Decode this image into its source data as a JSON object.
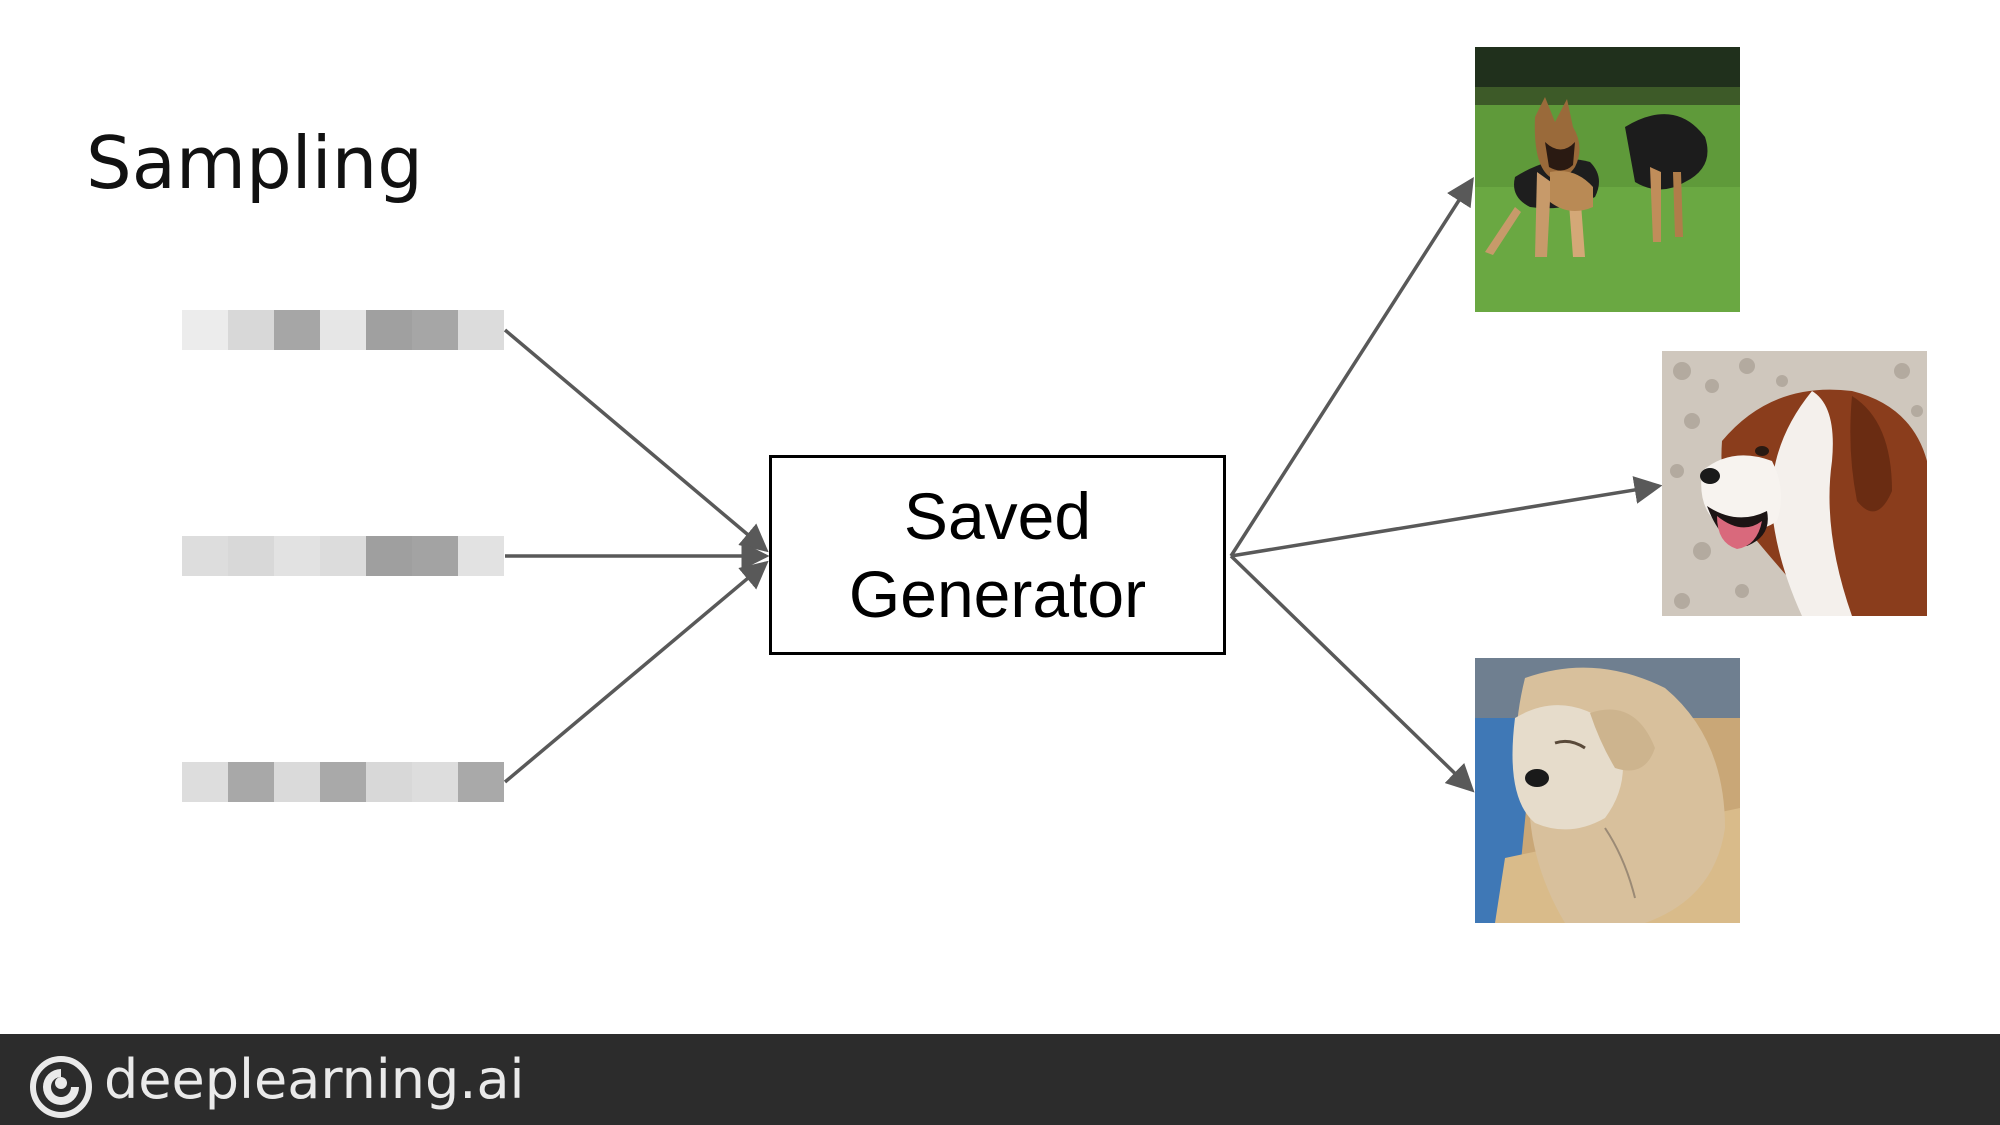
{
  "slide": {
    "title": "Sampling",
    "generator_box": {
      "line1": "Saved",
      "line2": "Generator"
    }
  },
  "noise_vectors": [
    {
      "cells": [
        "#ececec",
        "#d8d8d8",
        "#a6a6a6",
        "#e6e6e6",
        "#a0a0a0",
        "#a6a6a6",
        "#dcdcdc"
      ]
    },
    {
      "cells": [
        "#dddddd",
        "#d8d8d8",
        "#e2e2e2",
        "#dcdcdc",
        "#9f9f9f",
        "#a3a3a3",
        "#e2e2e2"
      ]
    },
    {
      "cells": [
        "#dddddd",
        "#a8a8a8",
        "#dadada",
        "#a9a9a9",
        "#d8d8d8",
        "#dddddd",
        "#a9a9a9"
      ]
    }
  ],
  "output_images": [
    {
      "name": "german-shepherd-dogs-photo"
    },
    {
      "name": "saint-bernard-dog-photo"
    },
    {
      "name": "wheaten-terrier-dog-photo"
    }
  ],
  "footer": {
    "brand": "deeplearning.ai",
    "logo_icon": "deeplearning-ai-logo-icon",
    "background": "#2c2c2c"
  },
  "colors": {
    "arrow": "#595959",
    "box_border": "#000000"
  }
}
